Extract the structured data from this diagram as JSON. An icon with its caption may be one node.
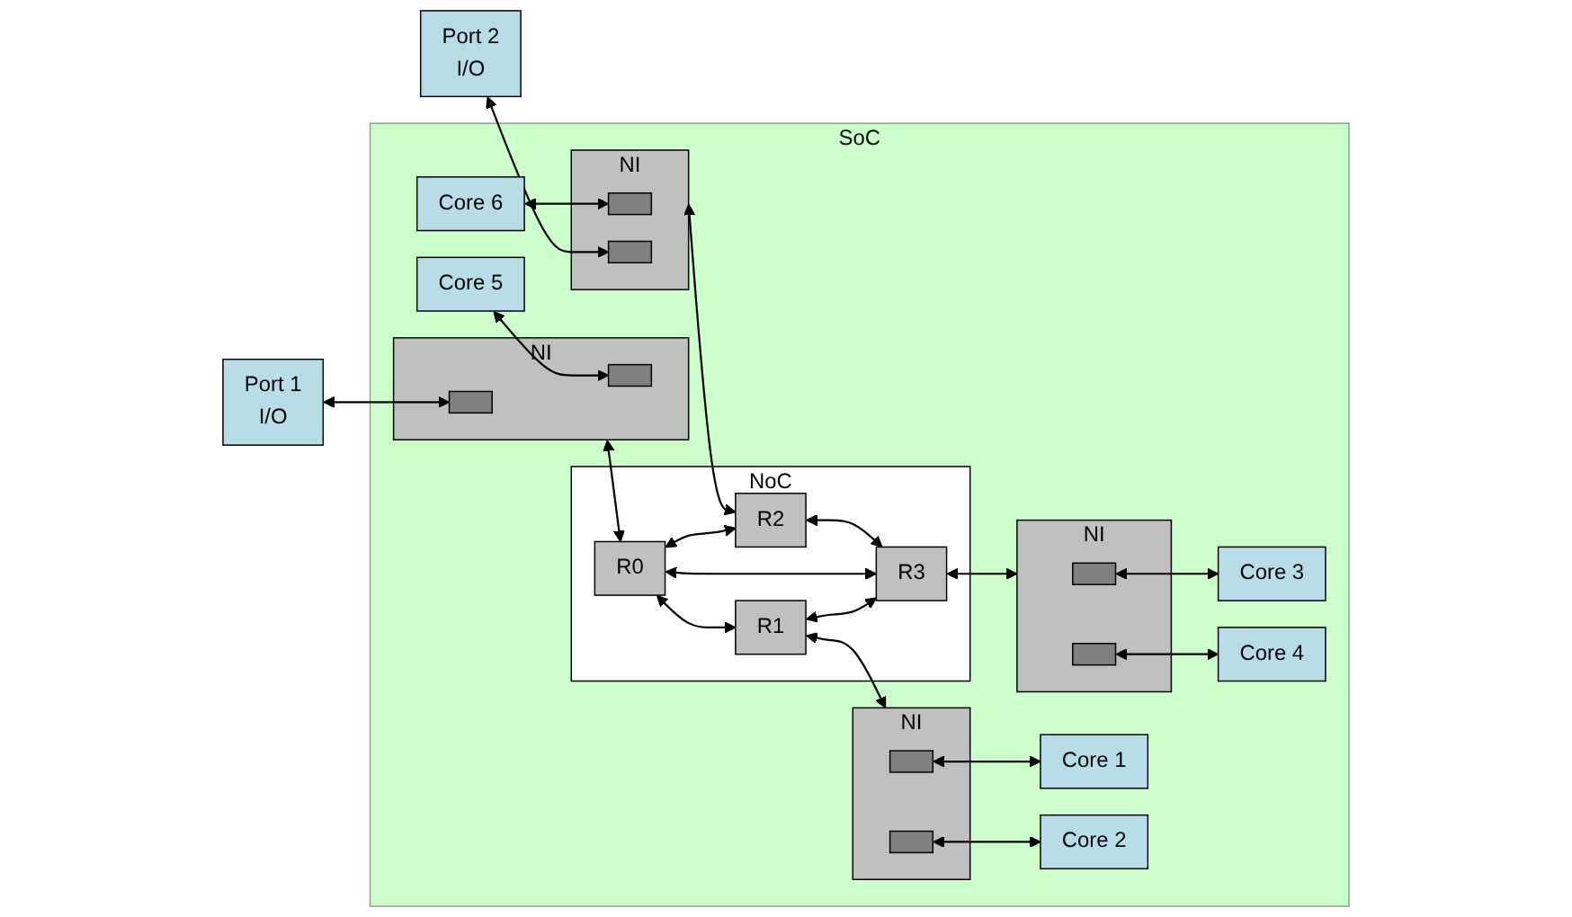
{
  "diagram": {
    "nodes": [
      {
        "text": [
          "SoC"
        ]
      },
      {
        "text": [
          "NoC"
        ],
        "in": 0
      },
      {
        "text": [
          "Port 1",
          "I/O"
        ]
      },
      {
        "text": [
          "NI"
        ],
        "in": 0
      },
      {
        "text": [],
        "shape": "box",
        "in": 3
      },
      {
        "text": [],
        "shape": "box",
        "in": 3
      },
      {
        "text": [
          "R0"
        ],
        "in": 1
      },
      {
        "text": [
          "R1"
        ],
        "in": 1
      },
      {
        "text": [
          "NI"
        ],
        "in": 0
      },
      {
        "text": [],
        "shape": "box",
        "in": 8
      },
      {
        "text": [],
        "shape": "box",
        "in": 8
      },
      {
        "text": [
          "Core 1"
        ],
        "in": 0
      },
      {
        "text": [
          "Core 5"
        ],
        "in": 0
      },
      {
        "text": [
          "Core 2"
        ],
        "in": 0
      },
      {
        "text": [
          "Core 6"
        ],
        "in": 0
      },
      {
        "text": [
          "NI"
        ],
        "in": 0
      },
      {
        "text": [],
        "shape": "box",
        "in": 15
      },
      {
        "text": [],
        "shape": "box",
        "in": 15
      },
      {
        "text": [
          "R2"
        ],
        "in": 1
      },
      {
        "text": [
          "R3"
        ],
        "in": 1
      },
      {
        "text": [
          "NI"
        ],
        "in": 0
      },
      {
        "text": [],
        "shape": "box",
        "in": 20
      },
      {
        "text": [],
        "shape": "box",
        "in": 20
      },
      {
        "text": [
          "Core 3"
        ],
        "in": 0
      },
      {
        "text": [
          "Port 2",
          "I/O"
        ]
      },
      {
        "text": [
          "Core 4"
        ],
        "in": 0
      }
    ],
    "edges": [
      {
        "from": 2,
        "to": 4,
        "arrow": "both"
      },
      {
        "from": 12,
        "to": 5,
        "arrow": "both"
      },
      {
        "from": 3,
        "to": 6,
        "arrow": "both"
      },
      {
        "from": 6,
        "to": 7,
        "arrow": "both"
      },
      {
        "from": 7,
        "to": 8,
        "arrow": "both"
      },
      {
        "from": 9,
        "to": 11,
        "arrow": "both"
      },
      {
        "from": 10,
        "to": 13,
        "arrow": "both"
      },
      {
        "from": 6,
        "to": 18,
        "arrow": "both"
      },
      {
        "from": 7,
        "to": 19,
        "arrow": "both"
      },
      {
        "from": 6,
        "to": 19,
        "arrow": "both"
      },
      {
        "from": 14,
        "to": 16,
        "arrow": "both"
      },
      {
        "from": 24,
        "to": 17,
        "arrow": "both"
      },
      {
        "from": 15,
        "to": 18,
        "arrow": "both"
      },
      {
        "from": 18,
        "to": 19,
        "arrow": "both"
      },
      {
        "from": 19,
        "to": 20,
        "arrow": "both"
      },
      {
        "from": 21,
        "to": 23,
        "arrow": "both"
      },
      {
        "from": 22,
        "to": 25,
        "arrow": "both"
      }
    ]
  }
}
